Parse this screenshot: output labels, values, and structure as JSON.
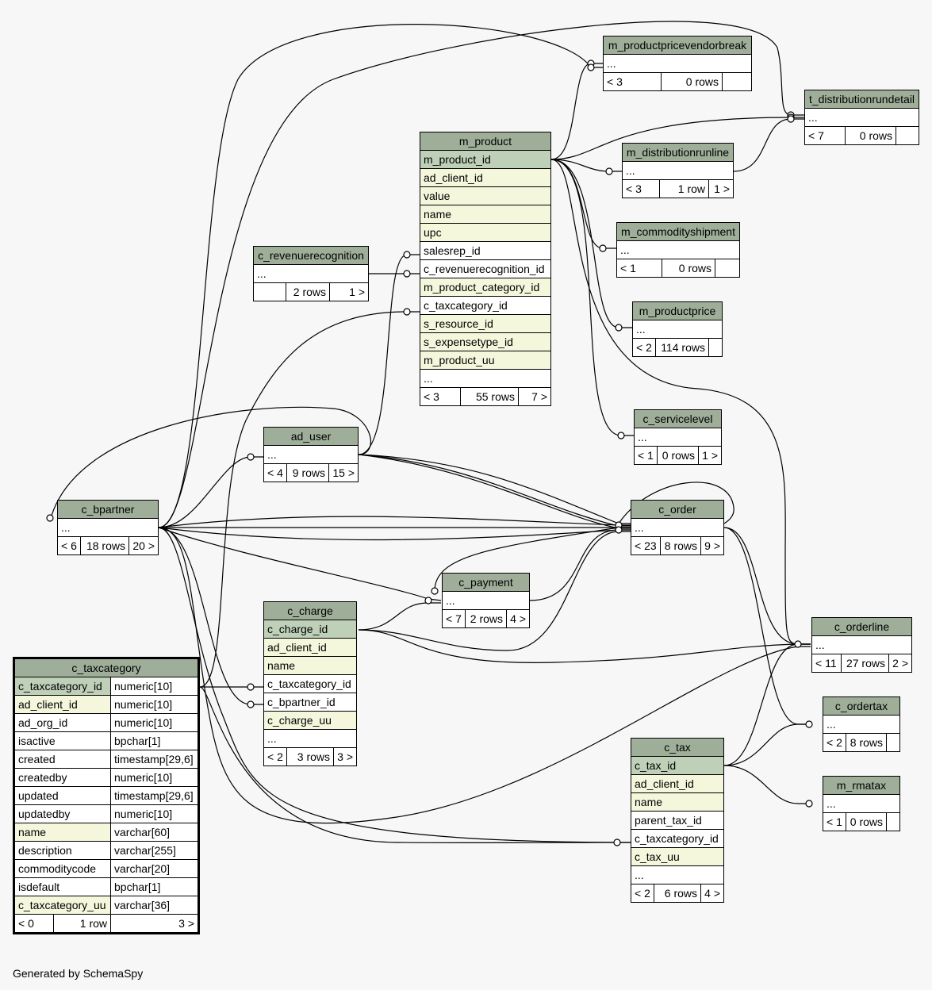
{
  "footer": "Generated by SchemaSpy",
  "tables": {
    "m_productpricevendorbreak": {
      "name": "m_productpricevendorbreak",
      "cols": [
        "..."
      ],
      "parents": "< 3",
      "rows": "0 rows",
      "children": ""
    },
    "t_distributionrundetail": {
      "name": "t_distributionrundetail",
      "cols": [
        "..."
      ],
      "parents": "< 7",
      "rows": "0 rows",
      "children": ""
    },
    "m_product": {
      "name": "m_product",
      "cols": [
        "m_product_id",
        "ad_client_id",
        "value",
        "name",
        "upc",
        "salesrep_id",
        "c_revenuerecognition_id",
        "m_product_category_id",
        "c_taxcategory_id",
        "s_resource_id",
        "s_expensetype_id",
        "m_product_uu",
        "..."
      ],
      "parents": "< 3",
      "rows": "55 rows",
      "children": "7 >"
    },
    "m_distributionrunline": {
      "name": "m_distributionrunline",
      "cols": [
        "..."
      ],
      "parents": "< 3",
      "rows": "1 row",
      "children": "1 >"
    },
    "m_commodityshipment": {
      "name": "m_commodityshipment",
      "cols": [
        "..."
      ],
      "parents": "< 1",
      "rows": "0 rows",
      "children": ""
    },
    "c_revenuerecognition": {
      "name": "c_revenuerecognition",
      "cols": [
        "..."
      ],
      "parents": "",
      "rows": "2 rows",
      "children": "1 >"
    },
    "m_productprice": {
      "name": "m_productprice",
      "cols": [
        "..."
      ],
      "parents": "< 2",
      "rows": "114 rows",
      "children": ""
    },
    "c_servicelevel": {
      "name": "c_servicelevel",
      "cols": [
        "..."
      ],
      "parents": "< 1",
      "rows": "0 rows",
      "children": "1 >"
    },
    "ad_user": {
      "name": "ad_user",
      "cols": [
        "..."
      ],
      "parents": "< 4",
      "rows": "9 rows",
      "children": "15 >"
    },
    "c_bpartner": {
      "name": "c_bpartner",
      "cols": [
        "..."
      ],
      "parents": "< 6",
      "rows": "18 rows",
      "children": "20 >"
    },
    "c_order": {
      "name": "c_order",
      "cols": [
        "..."
      ],
      "parents": "< 23",
      "rows": "8 rows",
      "children": "9 >"
    },
    "c_payment": {
      "name": "c_payment",
      "cols": [
        "..."
      ],
      "parents": "< 7",
      "rows": "2 rows",
      "children": "4 >"
    },
    "c_charge": {
      "name": "c_charge",
      "cols": [
        "c_charge_id",
        "ad_client_id",
        "name",
        "c_taxcategory_id",
        "c_bpartner_id",
        "c_charge_uu",
        "..."
      ],
      "parents": "< 2",
      "rows": "3 rows",
      "children": "3 >"
    },
    "c_orderline": {
      "name": "c_orderline",
      "cols": [
        "..."
      ],
      "parents": "< 11",
      "rows": "27 rows",
      "children": "2 >"
    },
    "c_taxcategory": {
      "name": "c_taxcategory",
      "cols": [
        [
          "c_taxcategory_id",
          "numeric[10]"
        ],
        [
          "ad_client_id",
          "numeric[10]"
        ],
        [
          "ad_org_id",
          "numeric[10]"
        ],
        [
          "isactive",
          "bpchar[1]"
        ],
        [
          "created",
          "timestamp[29,6]"
        ],
        [
          "createdby",
          "numeric[10]"
        ],
        [
          "updated",
          "timestamp[29,6]"
        ],
        [
          "updatedby",
          "numeric[10]"
        ],
        [
          "name",
          "varchar[60]"
        ],
        [
          "description",
          "varchar[255]"
        ],
        [
          "commoditycode",
          "varchar[20]"
        ],
        [
          "isdefault",
          "bpchar[1]"
        ],
        [
          "c_taxcategory_uu",
          "varchar[36]"
        ]
      ],
      "parents": "< 0",
      "rows": "1 row",
      "children": "3 >"
    },
    "c_ordertax": {
      "name": "c_ordertax",
      "cols": [
        "..."
      ],
      "parents": "< 2",
      "rows": "8 rows",
      "children": ""
    },
    "c_tax": {
      "name": "c_tax",
      "cols": [
        "c_tax_id",
        "ad_client_id",
        "name",
        "parent_tax_id",
        "c_taxcategory_id",
        "c_tax_uu",
        "..."
      ],
      "parents": "< 2",
      "rows": "6 rows",
      "children": "4 >"
    },
    "m_rmatax": {
      "name": "m_rmatax",
      "cols": [
        "..."
      ],
      "parents": "< 1",
      "rows": "0 rows",
      "children": ""
    }
  }
}
